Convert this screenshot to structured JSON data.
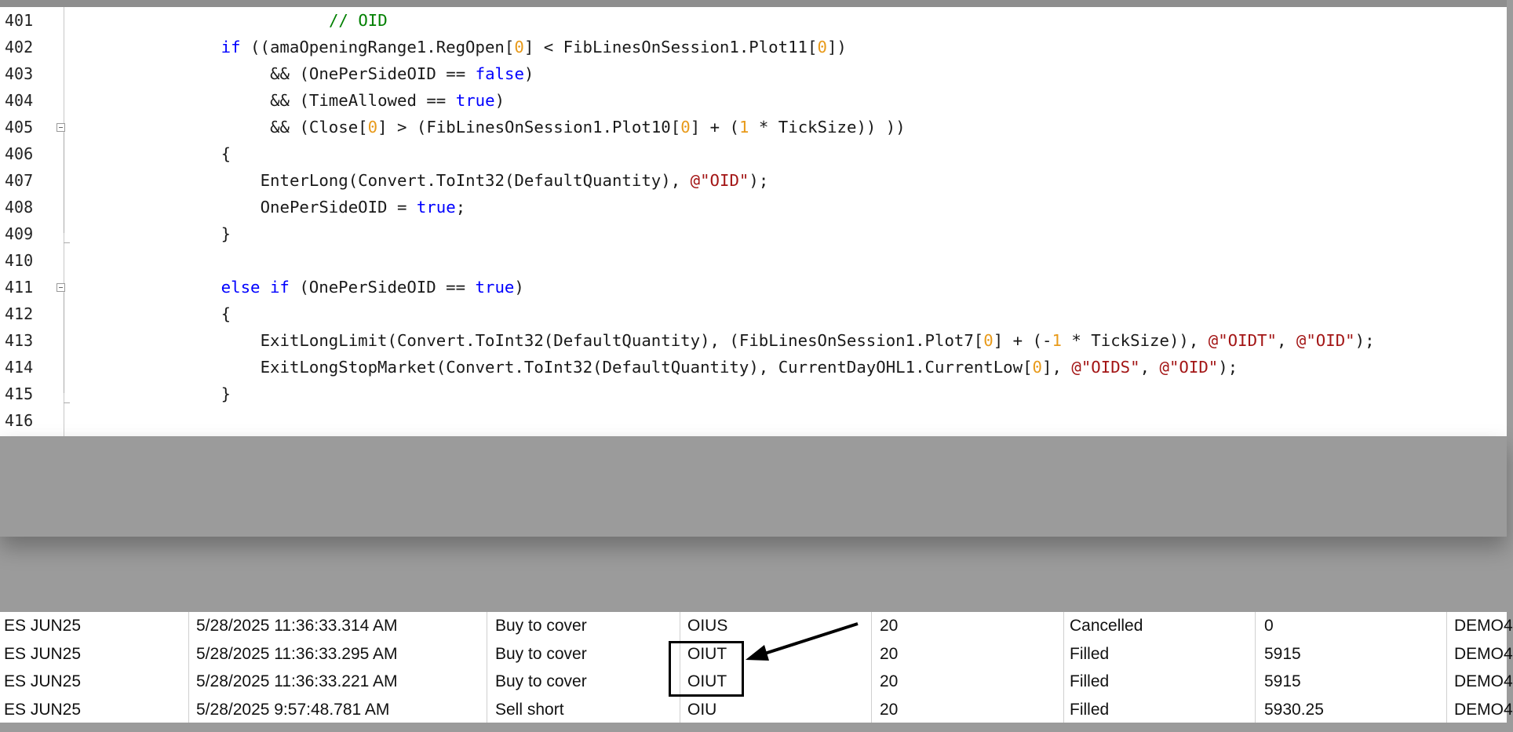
{
  "editor": {
    "lines": [
      {
        "num": "401",
        "indent": 27,
        "tokens": [
          {
            "t": "// OID",
            "c": "cm"
          }
        ]
      },
      {
        "num": "402",
        "indent": 16,
        "tokens": [
          {
            "t": "if",
            "c": "kw"
          },
          {
            "t": " ((amaOpeningRange1.RegOpen["
          },
          {
            "t": "0",
            "c": "num"
          },
          {
            "t": "] < FibLinesOnSession1.Plot11["
          },
          {
            "t": "0",
            "c": "num"
          },
          {
            "t": "])"
          }
        ]
      },
      {
        "num": "403",
        "indent": 21,
        "tokens": [
          {
            "t": "&& (OnePerSideOID == "
          },
          {
            "t": "false",
            "c": "kw"
          },
          {
            "t": ")"
          }
        ]
      },
      {
        "num": "404",
        "indent": 21,
        "tokens": [
          {
            "t": "&& (TimeAllowed == "
          },
          {
            "t": "true",
            "c": "kw"
          },
          {
            "t": ")"
          }
        ]
      },
      {
        "num": "405",
        "indent": 21,
        "fold": true,
        "tokens": [
          {
            "t": "&& (Close["
          },
          {
            "t": "0",
            "c": "num"
          },
          {
            "t": "] > (FibLinesOnSession1.Plot10["
          },
          {
            "t": "0",
            "c": "num"
          },
          {
            "t": "] + ("
          },
          {
            "t": "1",
            "c": "num"
          },
          {
            "t": " * TickSize)) ))"
          }
        ]
      },
      {
        "num": "406",
        "indent": 16,
        "tokens": [
          {
            "t": "{"
          }
        ]
      },
      {
        "num": "407",
        "indent": 20,
        "tokens": [
          {
            "t": "EnterLong(Convert.ToInt32(DefaultQuantity), "
          },
          {
            "t": "@\"OID\"",
            "c": "str"
          },
          {
            "t": ");"
          }
        ]
      },
      {
        "num": "408",
        "indent": 20,
        "tokens": [
          {
            "t": "OnePerSideOID = "
          },
          {
            "t": "true",
            "c": "kw"
          },
          {
            "t": ";"
          }
        ]
      },
      {
        "num": "409",
        "indent": 16,
        "tokens": [
          {
            "t": "}"
          }
        ]
      },
      {
        "num": "410",
        "indent": 0,
        "tokens": []
      },
      {
        "num": "411",
        "indent": 16,
        "fold": true,
        "tokens": [
          {
            "t": "else",
            "c": "kw"
          },
          {
            "t": " "
          },
          {
            "t": "if",
            "c": "kw"
          },
          {
            "t": " (OnePerSideOID == "
          },
          {
            "t": "true",
            "c": "kw"
          },
          {
            "t": ")"
          }
        ]
      },
      {
        "num": "412",
        "indent": 16,
        "tokens": [
          {
            "t": "{"
          }
        ]
      },
      {
        "num": "413",
        "indent": 20,
        "tokens": [
          {
            "t": "ExitLongLimit(Convert.ToInt32(DefaultQuantity), (FibLinesOnSession1.Plot7["
          },
          {
            "t": "0",
            "c": "num"
          },
          {
            "t": "] + (-"
          },
          {
            "t": "1",
            "c": "num"
          },
          {
            "t": " * TickSize)), "
          },
          {
            "t": "@\"OIDT\"",
            "c": "str"
          },
          {
            "t": ", "
          },
          {
            "t": "@\"OID\"",
            "c": "str"
          },
          {
            "t": ");"
          }
        ]
      },
      {
        "num": "414",
        "indent": 20,
        "tokens": [
          {
            "t": "ExitLongStopMarket(Convert.ToInt32(DefaultQuantity), CurrentDayOHL1.CurrentLow["
          },
          {
            "t": "0",
            "c": "num"
          },
          {
            "t": "], "
          },
          {
            "t": "@\"OIDS\"",
            "c": "str"
          },
          {
            "t": ", "
          },
          {
            "t": "@\"OID\"",
            "c": "str"
          },
          {
            "t": ");"
          }
        ]
      },
      {
        "num": "415",
        "indent": 16,
        "tokens": [
          {
            "t": "}"
          }
        ]
      },
      {
        "num": "416",
        "indent": 0,
        "tokens": []
      }
    ]
  },
  "orders": {
    "rows": [
      {
        "instrument": "ES JUN25",
        "time": "5/28/2025 11:36:33.314 AM",
        "action": "Buy to cover",
        "name": "OIUS",
        "quantity": "20",
        "state": "Cancelled",
        "price": "0",
        "account": "DEMO4"
      },
      {
        "instrument": "ES JUN25",
        "time": "5/28/2025 11:36:33.295 AM",
        "action": "Buy to cover",
        "name": "OIUT",
        "quantity": "20",
        "state": "Filled",
        "price": "5915",
        "account": "DEMO4"
      },
      {
        "instrument": "ES JUN25",
        "time": "5/28/2025 11:36:33.221 AM",
        "action": "Buy to cover",
        "name": "OIUT",
        "quantity": "20",
        "state": "Filled",
        "price": "5915",
        "account": "DEMO4"
      },
      {
        "instrument": "ES JUN25",
        "time": "5/28/2025 9:57:48.781 AM",
        "action": "Sell short",
        "name": "OIU",
        "quantity": "20",
        "state": "Filled",
        "price": "5930.25",
        "account": "DEMO4"
      }
    ]
  }
}
